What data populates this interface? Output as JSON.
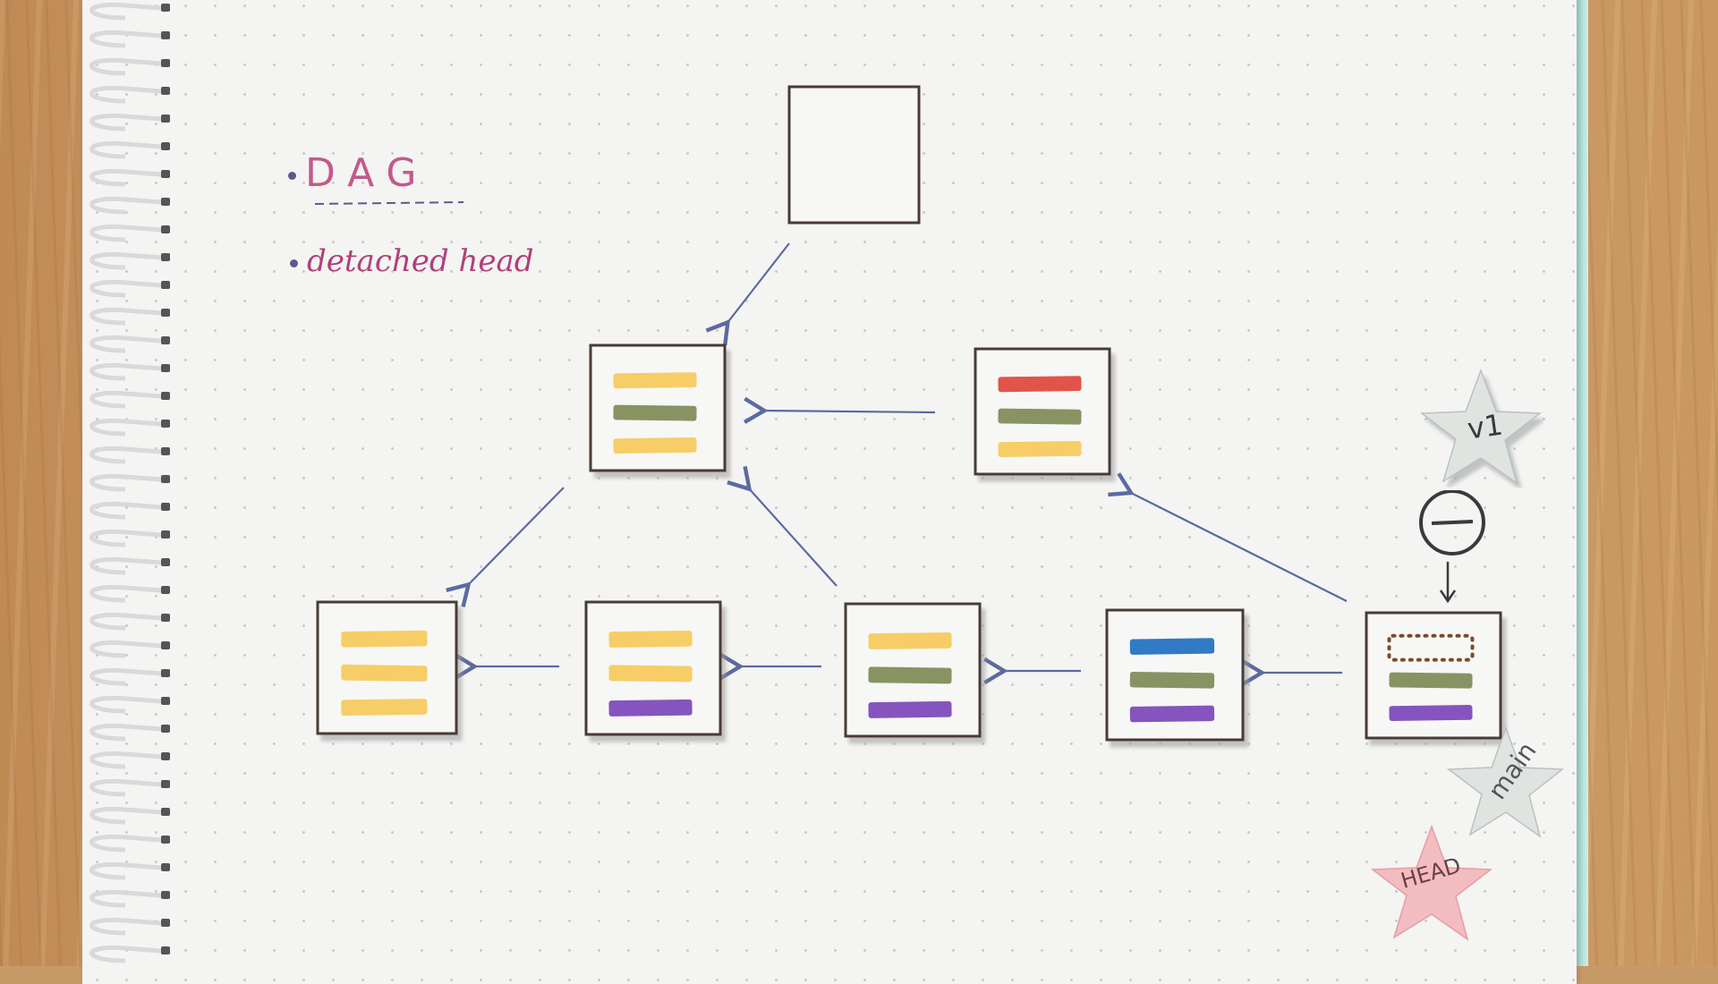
{
  "notes": {
    "dag": "DAG",
    "detached_head": "detached head"
  },
  "tags": {
    "v1": "v1",
    "main": "main",
    "head": "HEAD"
  },
  "colors": {
    "yellow": "#f5c95a",
    "olive": "#7d8a56",
    "purple": "#7b45b8",
    "red": "#e0453a",
    "blue": "#1f6fc0",
    "brown_dots": "#7a4a2a",
    "arrow": "#5b6aa0",
    "note_pink": "#b0407a",
    "star_gray": "#dfe4e1",
    "star_pink": "#f3bcc0"
  },
  "commits": [
    {
      "id": "root-empty",
      "bars": []
    },
    {
      "id": "c-top-middle",
      "bars": [
        "yellow",
        "olive",
        "yellow"
      ]
    },
    {
      "id": "c-top-right",
      "bars": [
        "red",
        "olive",
        "yellow"
      ]
    },
    {
      "id": "c-bottom-1",
      "bars": [
        "yellow",
        "yellow",
        "yellow"
      ]
    },
    {
      "id": "c-bottom-2",
      "bars": [
        "yellow",
        "yellow",
        "purple"
      ]
    },
    {
      "id": "c-bottom-3",
      "bars": [
        "yellow",
        "olive",
        "purple"
      ]
    },
    {
      "id": "c-bottom-4",
      "bars": [
        "blue",
        "olive",
        "purple"
      ]
    },
    {
      "id": "c-bottom-5",
      "bars": [
        "dotted",
        "olive",
        "purple"
      ]
    }
  ]
}
